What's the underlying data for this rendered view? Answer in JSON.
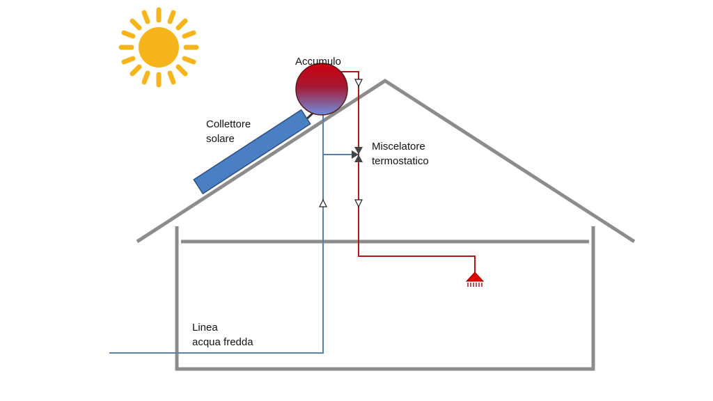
{
  "labels": {
    "tank": "Accumulo",
    "collector": [
      "Collettore",
      "solare"
    ],
    "mixer": [
      "Miscelatore",
      "termostatico"
    ],
    "cold_line": [
      "Linea",
      "acqua fredda"
    ]
  },
  "colors": {
    "hot_pipe": "#b01818",
    "cold_pipe": "#5a7fa8",
    "house": "#8c8c8c",
    "collector": "#4a7fc4",
    "sun": "#f7b51c",
    "tank_top": "#cc0010",
    "tank_bottom": "#6f8ee0"
  }
}
